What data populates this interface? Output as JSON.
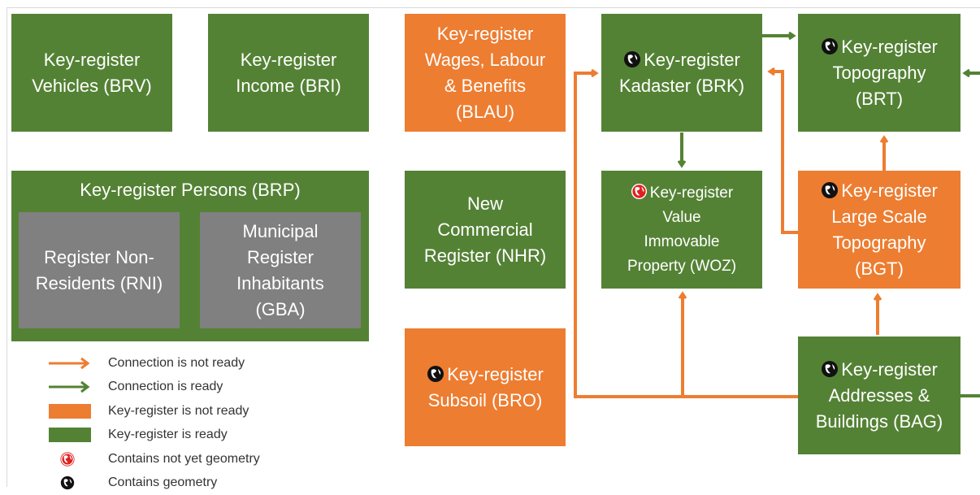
{
  "boxes": {
    "brv": {
      "line1": "Key-register",
      "line2": "Vehicles (BRV)"
    },
    "bri": {
      "line1": "Key-register",
      "line2": "Income (BRI)"
    },
    "blau": {
      "line1": "Key-register",
      "line2": "Wages, Labour",
      "line3": "& Benefits",
      "line4": "(BLAU)"
    },
    "brk": {
      "line1": "Key-register",
      "line2": "Kadaster (BRK)"
    },
    "brt": {
      "line1": "Key-register",
      "line2": "Topography",
      "line3": "(BRT)"
    },
    "brp": {
      "title": "Key-register Persons (BRP)"
    },
    "rni": {
      "line1": "Register Non-",
      "line2": "Residents (RNI)"
    },
    "gba": {
      "line1": "Municipal",
      "line2": "Register",
      "line3": "Inhabitants",
      "line4": "(GBA)"
    },
    "nhr": {
      "line1": "New",
      "line2": "Commercial",
      "line3": "Register (NHR)"
    },
    "woz": {
      "line1": "Key-register",
      "line2": "Value",
      "line3": "Immovable",
      "line4": "Property  (WOZ)"
    },
    "bgt": {
      "line1": "Key-register",
      "line2": "Large Scale",
      "line3": "Topography",
      "line4": "(BGT)"
    },
    "bro": {
      "line1": "Key-register",
      "line2": "Subsoil (BRO)"
    },
    "bag": {
      "line1": "Key-register",
      "line2": "Addresses &",
      "line3": "Buildings (BAG)"
    }
  },
  "legend": {
    "arrow_not_ready": "Connection is not ready",
    "arrow_ready": "Connection is ready",
    "box_not_ready": "Key-register is not ready",
    "box_ready": "Key-register is ready",
    "geometry_not_yet": "Contains not yet geometry",
    "geometry": "Contains geometry"
  },
  "colors": {
    "ready": "#548235",
    "not_ready": "#ed7d31",
    "sub_register": "#808080",
    "geometry_not_yet_icon": "#e02020",
    "geometry_icon": "#111111"
  }
}
